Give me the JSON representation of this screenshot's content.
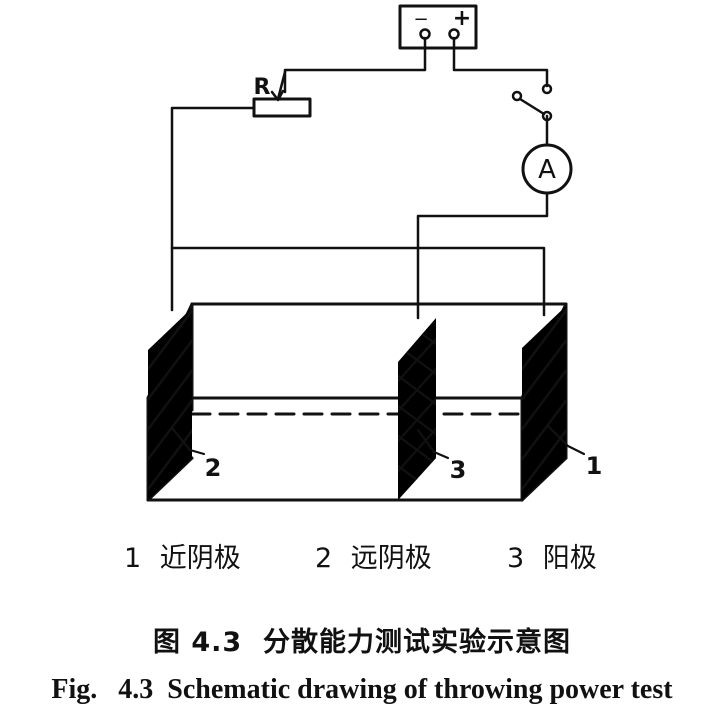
{
  "diagram": {
    "power_supply": {
      "negative_symbol": "−",
      "positive_symbol": "+"
    },
    "resistor_label": "R",
    "ammeter_label": "A",
    "callouts": [
      "2",
      "3",
      "1"
    ]
  },
  "legend": [
    {
      "num": "1",
      "text": "近阴极"
    },
    {
      "num": "2",
      "text": "远阴极"
    },
    {
      "num": "3",
      "text": "阳极"
    }
  ],
  "caption": {
    "cn": "图 4.3  分散能力测试实验示意图",
    "en": "Fig.   4.3  Schematic drawing of throwing power test"
  }
}
